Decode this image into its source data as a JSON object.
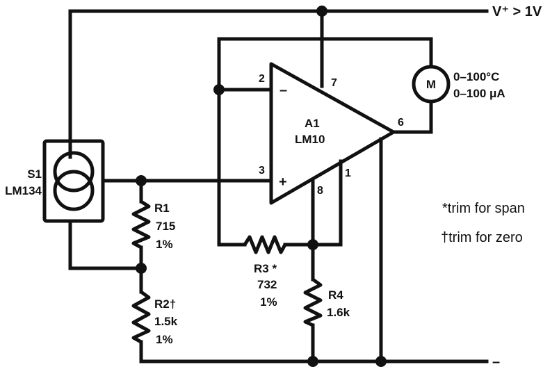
{
  "supply": {
    "positive": "V⁺ > 1V",
    "negative": "–"
  },
  "sensor": {
    "ref": "S1",
    "part": "LM134"
  },
  "opamp": {
    "ref": "A1",
    "part": "LM10",
    "pins": {
      "inverting": "2",
      "noninverting": "3",
      "vplus": "7",
      "output": "6",
      "pin8": "8",
      "pin1": "1"
    },
    "minus_sign": "–",
    "plus_sign": "+"
  },
  "meter": {
    "symbol": "M",
    "range_temp": "0–100°C",
    "range_current": "0–100 μA"
  },
  "resistors": {
    "r1": {
      "ref": "R1",
      "value": "715",
      "tolerance": "1%"
    },
    "r2": {
      "ref": "R2†",
      "value": "1.5k",
      "tolerance": "1%"
    },
    "r3": {
      "ref": "R3 *",
      "value": "732",
      "tolerance": "1%"
    },
    "r4": {
      "ref": "R4",
      "value": "1.6k"
    }
  },
  "notes": {
    "span": "*trim for span",
    "zero": "†trim for zero"
  },
  "colors": {
    "ink": "#111111",
    "paper": "#ffffff"
  }
}
